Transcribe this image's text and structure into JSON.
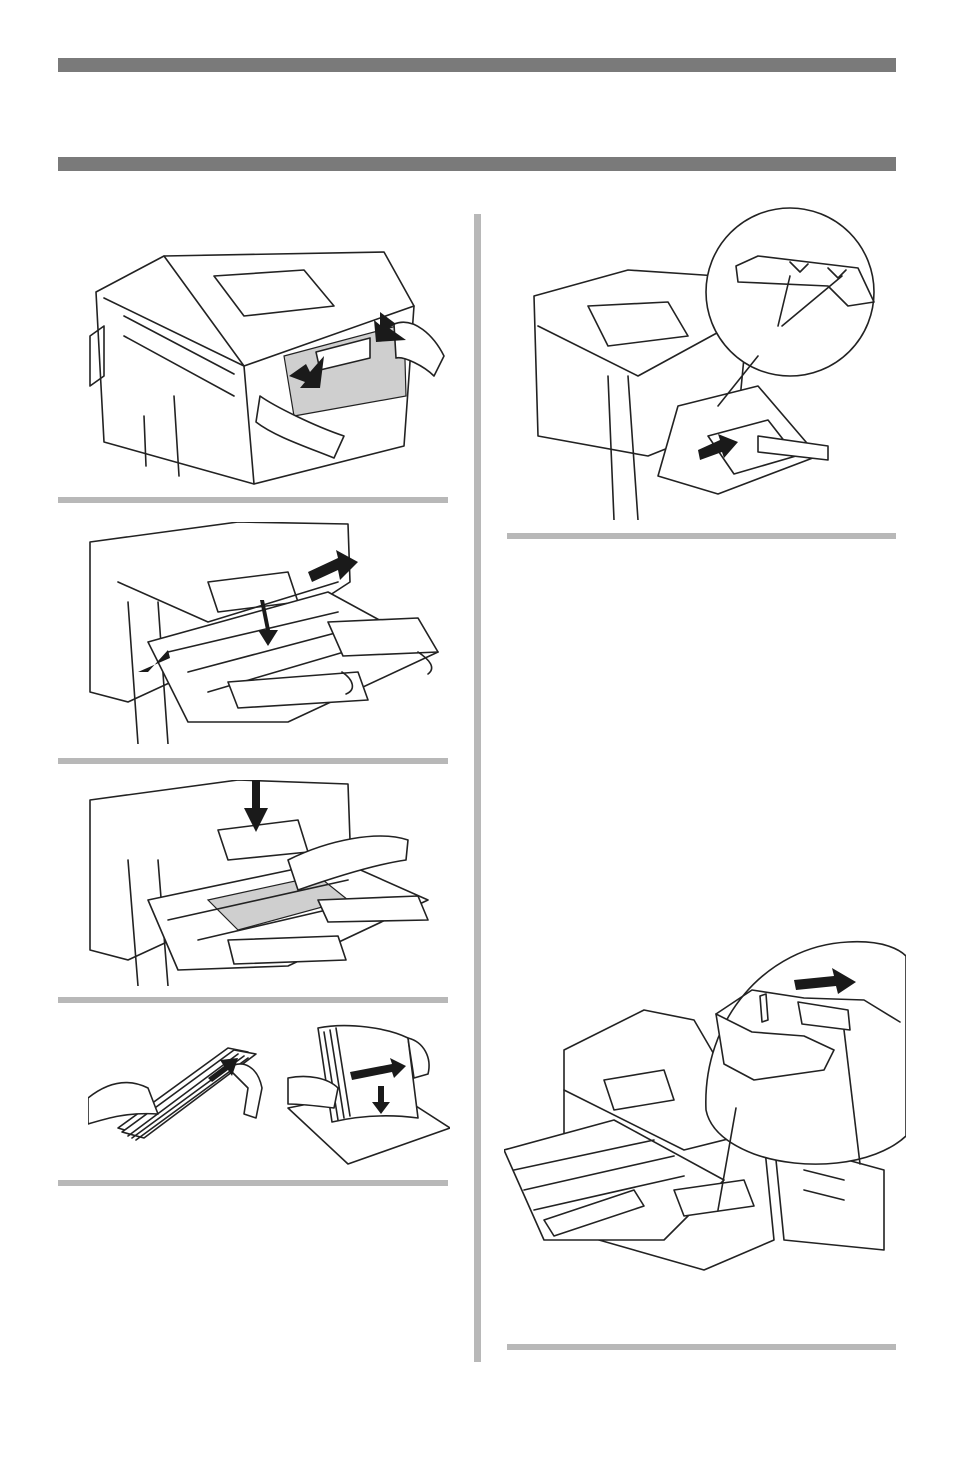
{
  "page": {
    "header_bars": [
      "top-bar",
      "bottom-bar"
    ]
  },
  "illustrations": [
    {
      "name": "printer-front-cover-open",
      "icon": "printer-front-cover-icon"
    },
    {
      "name": "mp-tray-extend",
      "icon": "tray-extend-icon"
    },
    {
      "name": "mp-tray-press-plate",
      "icon": "press-plate-icon"
    },
    {
      "name": "fan-paper-stack",
      "icon": "fan-paper-icon"
    },
    {
      "name": "load-paper-mp-tray",
      "icon": "load-paper-icon"
    },
    {
      "name": "paper-guide-detail",
      "icon": "paper-guide-icon"
    }
  ],
  "colors": {
    "header_bar": "#7a7a7a",
    "section_rule": "#b8b8b8",
    "highlight": "#cfcfcf"
  }
}
